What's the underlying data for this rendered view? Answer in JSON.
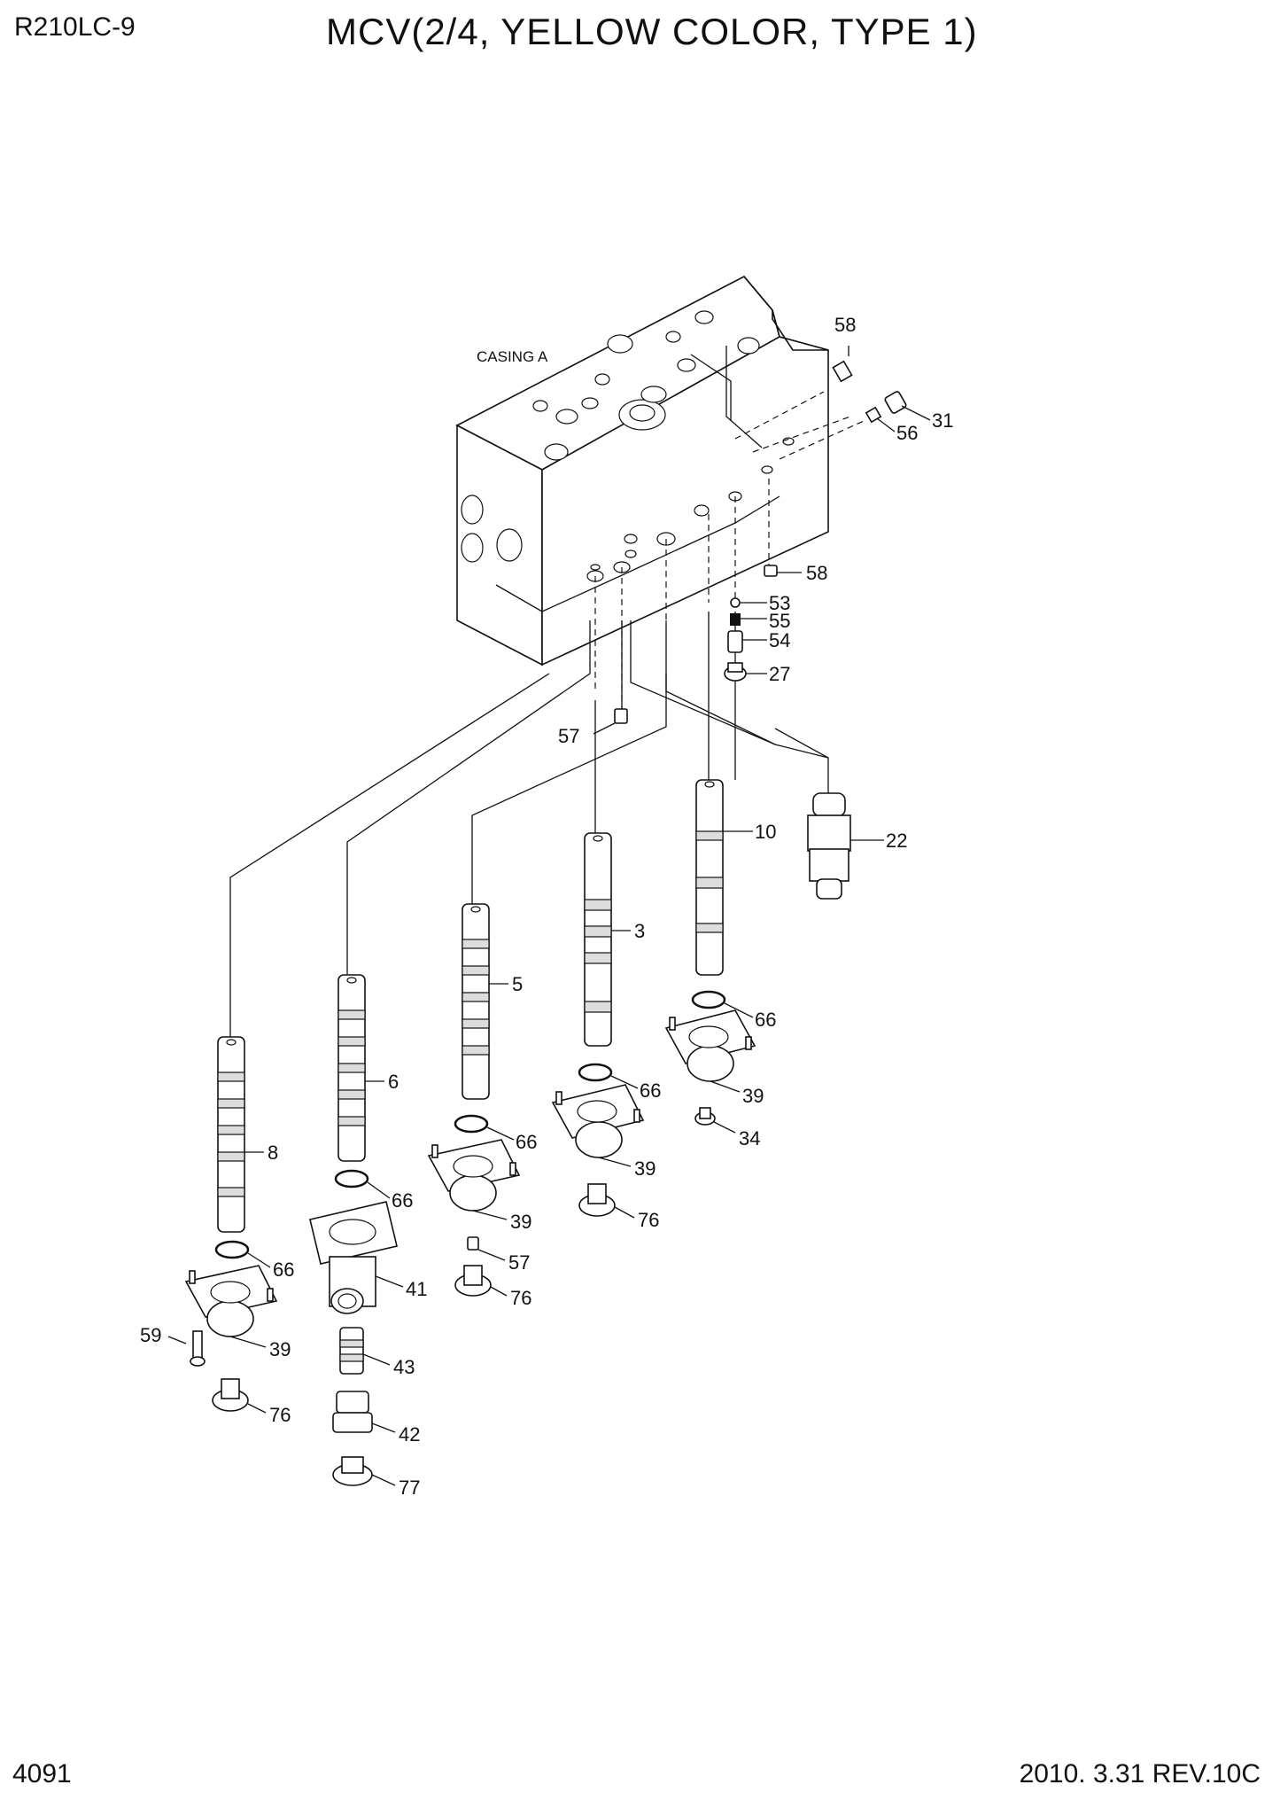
{
  "header": {
    "model": "R210LC-9",
    "title": "MCV(2/4, YELLOW COLOR, TYPE 1)"
  },
  "footer": {
    "page_number": "4091",
    "revision": "2010. 3.31  REV.10C"
  },
  "diagram": {
    "casing_label": "CASING A",
    "callouts": {
      "c58a": "58",
      "c31": "31",
      "c56": "56",
      "c58b": "58",
      "c53": "53",
      "c55": "55",
      "c54": "54",
      "c27": "27",
      "c57a": "57",
      "c10": "10",
      "c22": "22",
      "c3": "3",
      "c5": "5",
      "c6": "6",
      "c8": "8",
      "c66a": "66",
      "c66b": "66",
      "c66c": "66",
      "c66d": "66",
      "c66e": "66",
      "c39a": "39",
      "c39b": "39",
      "c39c": "39",
      "c39d": "39",
      "c34": "34",
      "c76a": "76",
      "c76b": "76",
      "c76c": "76",
      "c57b": "57",
      "c41": "41",
      "c43": "43",
      "c42": "42",
      "c77": "77",
      "c59": "59"
    }
  }
}
